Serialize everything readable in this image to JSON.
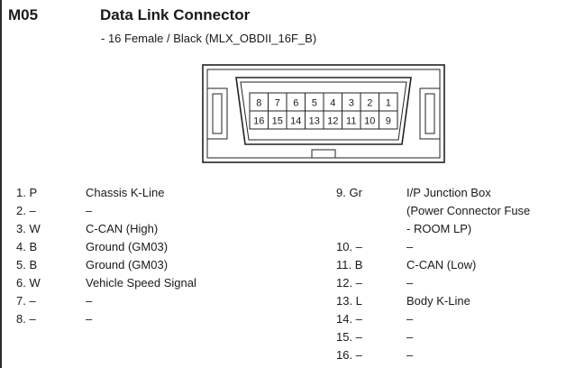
{
  "header": {
    "code": "M05",
    "title": "Data Link Connector",
    "subtitle": "- 16 Female / Black (MLX_OBDII_16F_B)"
  },
  "connector": {
    "top_row": [
      "8",
      "7",
      "6",
      "5",
      "4",
      "3",
      "2",
      "1"
    ],
    "bottom_row": [
      "16",
      "15",
      "14",
      "13",
      "12",
      "11",
      "10",
      "9"
    ]
  },
  "pins_left": [
    {
      "pin": "1. P",
      "desc": "Chassis K-Line"
    },
    {
      "pin": "2. –",
      "desc": "–"
    },
    {
      "pin": "3. W",
      "desc": "C-CAN (High)"
    },
    {
      "pin": "4. B",
      "desc": "Ground (GM03)"
    },
    {
      "pin": "5. B",
      "desc": "Ground (GM03)"
    },
    {
      "pin": "6. W",
      "desc": "Vehicle Speed Signal"
    },
    {
      "pin": "7. –",
      "desc": "–"
    },
    {
      "pin": "8. –",
      "desc": "–"
    }
  ],
  "pins_right": [
    {
      "pin": "9. Gr",
      "desc": "I/P Junction Box"
    },
    {
      "pin": "",
      "desc": "(Power Connector Fuse"
    },
    {
      "pin": "",
      "desc": "- ROOM LP)"
    },
    {
      "pin": "10. –",
      "desc": "–"
    },
    {
      "pin": "11. B",
      "desc": "C-CAN (Low)"
    },
    {
      "pin": "12. –",
      "desc": "–"
    },
    {
      "pin": "13. L",
      "desc": "Body K-Line"
    },
    {
      "pin": "14. –",
      "desc": "–"
    },
    {
      "pin": "15. –",
      "desc": "–"
    },
    {
      "pin": "16. –",
      "desc": "–"
    }
  ]
}
